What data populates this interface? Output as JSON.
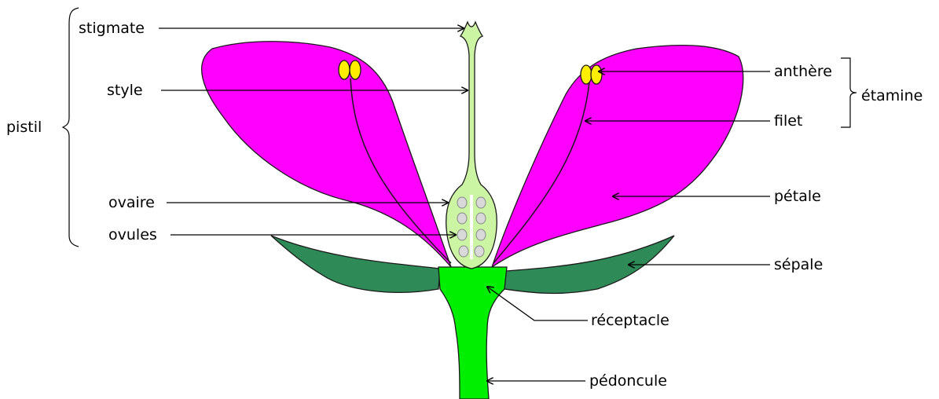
{
  "labels": {
    "stigmate": "stigmate",
    "style": "style",
    "pistil": "pistil",
    "ovaire": "ovaire",
    "ovules": "ovules",
    "anthere": "anthère",
    "filet": "filet",
    "etamine": "étamine",
    "petale": "pétale",
    "sepale": "sépale",
    "receptacle": "réceptacle",
    "pedoncule": "pédoncule"
  },
  "colors": {
    "petal": "#ff00ff",
    "sepal": "#2e8b57",
    "receptacle": "#00ee00",
    "pistil": "#ccf5a3",
    "anther": "#ffee00",
    "ovule": "#d9d9d9"
  }
}
